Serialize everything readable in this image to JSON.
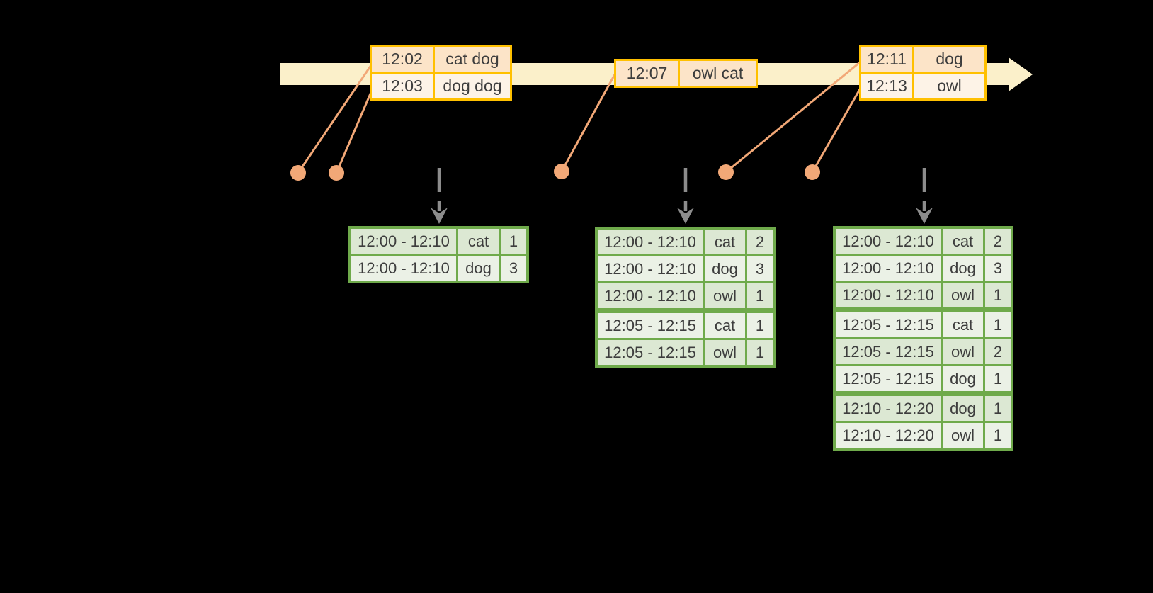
{
  "colors": {
    "background": "#000000",
    "timeline_band": "#fbf0ca",
    "event_table_border": "#ffc000",
    "event_row_fill_dark": "#fce4c8",
    "event_row_fill_light": "#fdf3e7",
    "result_table_border": "#6faa4b",
    "result_row_fill_dark": "#dce8d3",
    "result_row_fill_light": "#ebf1e6",
    "event_marker": "#f2a877",
    "trigger_arrow": "#8c8c8c",
    "table_text": "#3d3d3d"
  },
  "input_event_tables": [
    {
      "rows": [
        {
          "time": "12:02",
          "words": "cat dog"
        },
        {
          "time": "12:03",
          "words": "dog dog"
        }
      ]
    },
    {
      "rows": [
        {
          "time": "12:07",
          "words": "owl cat"
        }
      ]
    },
    {
      "rows": [
        {
          "time": "12:11",
          "words": "dog"
        },
        {
          "time": "12:13",
          "words": "owl"
        }
      ]
    }
  ],
  "result_tables": [
    {
      "rows": [
        {
          "window": "12:00 - 12:10",
          "word": "cat",
          "count": "1"
        },
        {
          "window": "12:00 - 12:10",
          "word": "dog",
          "count": "3"
        }
      ]
    },
    {
      "rows": [
        {
          "window": "12:00 - 12:10",
          "word": "cat",
          "count": "2"
        },
        {
          "window": "12:00 - 12:10",
          "word": "dog",
          "count": "3"
        },
        {
          "window": "12:00 - 12:10",
          "word": "owl",
          "count": "1"
        },
        {
          "window": "12:05 - 12:15",
          "word": "cat",
          "count": "1"
        },
        {
          "window": "12:05 - 12:15",
          "word": "owl",
          "count": "1"
        }
      ]
    },
    {
      "rows": [
        {
          "window": "12:00 - 12:10",
          "word": "cat",
          "count": "2"
        },
        {
          "window": "12:00 - 12:10",
          "word": "dog",
          "count": "3"
        },
        {
          "window": "12:00 - 12:10",
          "word": "owl",
          "count": "1"
        },
        {
          "window": "12:05 - 12:15",
          "word": "cat",
          "count": "1"
        },
        {
          "window": "12:05 - 12:15",
          "word": "owl",
          "count": "2"
        },
        {
          "window": "12:05 - 12:15",
          "word": "dog",
          "count": "1"
        },
        {
          "window": "12:10 - 12:20",
          "word": "dog",
          "count": "1"
        },
        {
          "window": "12:10 - 12:20",
          "word": "owl",
          "count": "1"
        }
      ]
    }
  ]
}
